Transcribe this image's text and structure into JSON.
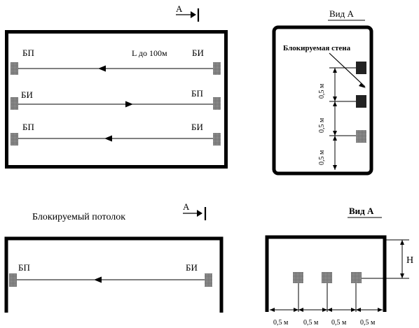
{
  "top_left": {
    "section_marker": "A",
    "length_label": "L до 100м",
    "rows": [
      {
        "left": "БП",
        "right": "БИ",
        "direction": "left"
      },
      {
        "left": "БИ",
        "right": "БП",
        "direction": "right"
      },
      {
        "left": "БП",
        "right": "БИ",
        "direction": "left"
      }
    ]
  },
  "top_right": {
    "title": "Вид А",
    "wall_label": "Блокируемая стена",
    "spacing_labels": [
      "0,5 м",
      "0,5 м",
      "0,5 м"
    ]
  },
  "bottom_left": {
    "title": "Блокируемый потолок",
    "section_marker": "A",
    "left": "БП",
    "right": "БИ"
  },
  "bottom_right": {
    "title": "Вид А",
    "height_label": "H",
    "spacing_labels": [
      "0,5 м",
      "0,5 м",
      "0,5 м",
      "0,5 м"
    ]
  }
}
